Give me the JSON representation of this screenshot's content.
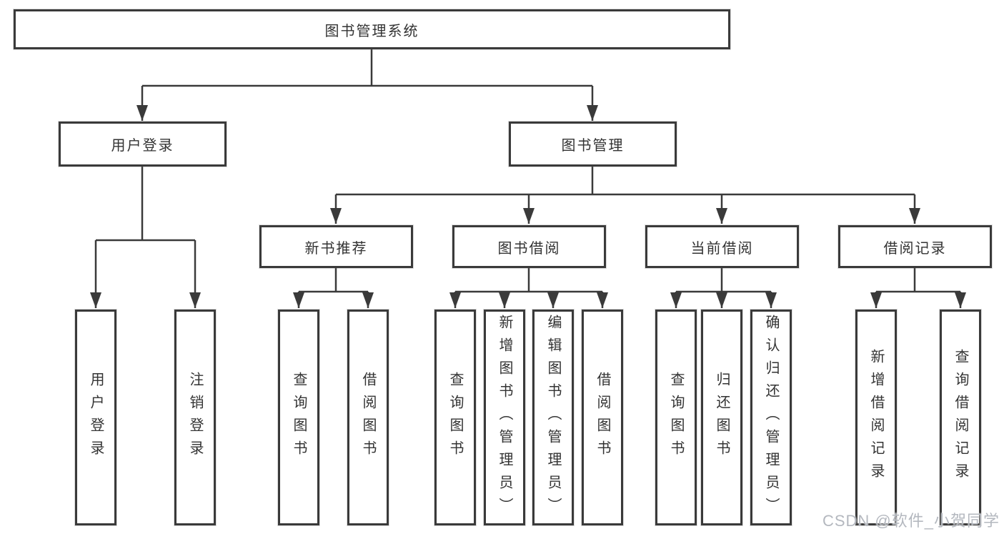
{
  "diagram": {
    "title": "图书管理系统",
    "level2": [
      {
        "label": "用户登录"
      },
      {
        "label": "图书管理"
      }
    ],
    "level3": [
      {
        "label": "新书推荐"
      },
      {
        "label": "图书借阅"
      },
      {
        "label": "当前借阅"
      },
      {
        "label": "借阅记录"
      }
    ],
    "leaves": [
      {
        "label": "用户登录"
      },
      {
        "label": "注销登录"
      },
      {
        "label": "查询图书"
      },
      {
        "label": "借阅图书"
      },
      {
        "label": "查询图书"
      },
      {
        "label": "新增图书（管理员）"
      },
      {
        "label": "编辑图书（管理员）"
      },
      {
        "label": "借阅图书"
      },
      {
        "label": "查询图书"
      },
      {
        "label": "归还图书"
      },
      {
        "label": "确认归还（管理员）"
      },
      {
        "label": "新增借阅记录"
      },
      {
        "label": "查询借阅记录"
      }
    ]
  },
  "watermark": "CSDN @软件_小贺同学",
  "colors": {
    "line": "#3a3a3a",
    "text": "#333333",
    "watermark": "#b4b8bf"
  }
}
